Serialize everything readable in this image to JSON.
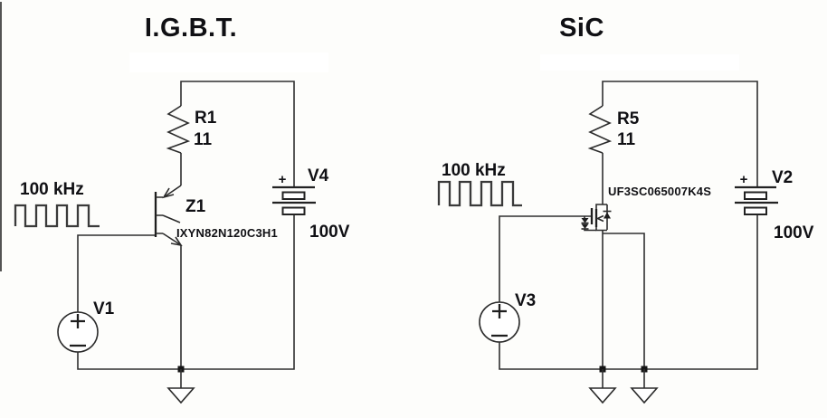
{
  "left": {
    "title": "I.G.B.T.",
    "clock": "100 kHz",
    "resistor": {
      "name": "R1",
      "value": "11"
    },
    "igbt": {
      "name": "Z1",
      "part": "IXYN82N120C3H1"
    },
    "battery": {
      "name": "V4",
      "value": "100V",
      "plus": "+"
    },
    "source": {
      "name": "V1"
    }
  },
  "right": {
    "title": "SiC",
    "clock": "100 kHz",
    "resistor": {
      "name": "R5",
      "value": "11"
    },
    "fet": {
      "part": "UF3SC065007K4S"
    },
    "battery": {
      "name": "V2",
      "value": "100V",
      "plus": "+"
    },
    "source": {
      "name": "V3"
    }
  },
  "colors": {
    "background": "#fdfdfb",
    "wire": "#2f2f2f",
    "text": "#101014",
    "waveform": "#3a3a3a"
  }
}
